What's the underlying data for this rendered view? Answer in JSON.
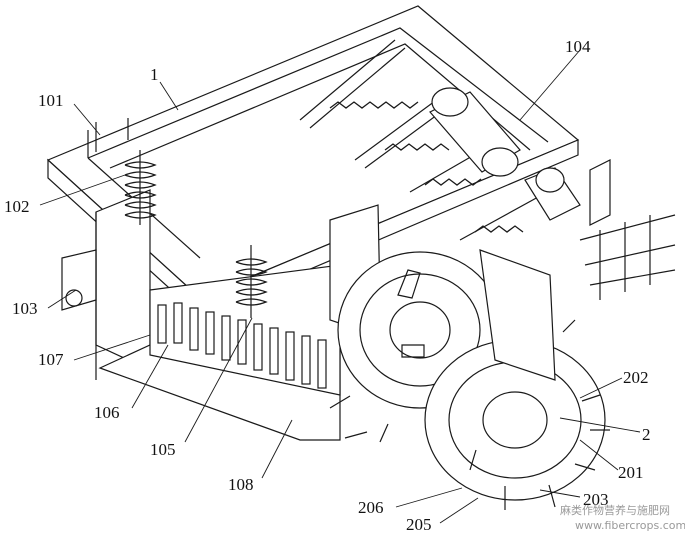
{
  "labels": {
    "l1": "1",
    "l101": "101",
    "l102": "102",
    "l103": "103",
    "l104": "104",
    "l105": "105",
    "l106": "106",
    "l107": "107",
    "l108": "108",
    "l2": "2",
    "l201": "201",
    "l202": "202",
    "l203": "203",
    "l205": "205",
    "l206": "206"
  },
  "watermark": {
    "line1": "麻类作物营养与施肥网",
    "line2": "www.fibercrops.com"
  }
}
